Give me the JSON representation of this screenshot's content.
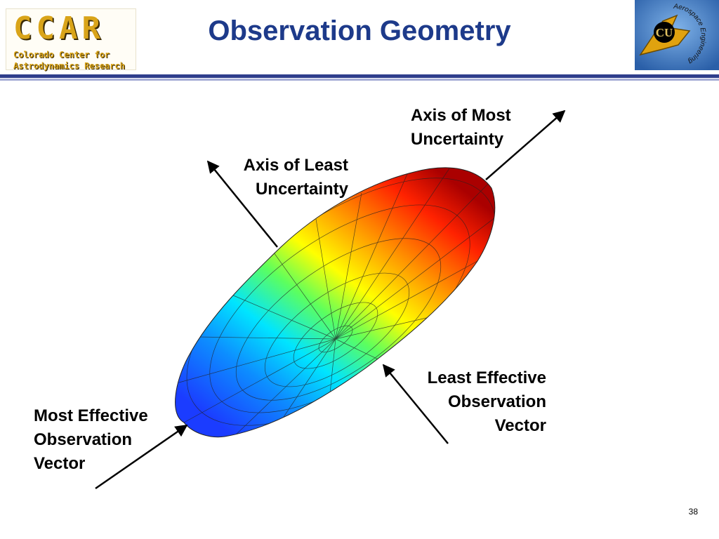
{
  "header": {
    "title": "Observation Geometry",
    "logo_left": {
      "text": "CCAR",
      "line1": "Colorado Center for",
      "line2": "Astrodynamics Research"
    },
    "logo_right": {
      "monogram": "CU",
      "ring_text": "Aerospace Engineering"
    }
  },
  "labels": {
    "most_uncertainty": [
      "Axis of Most",
      "Uncertainty"
    ],
    "least_uncertainty": [
      "Axis of Least",
      "Uncertainty"
    ],
    "least_effective": [
      "Least Effective",
      "Observation",
      "Vector"
    ],
    "most_effective": [
      "Most Effective",
      "Observation",
      "Vector"
    ]
  },
  "colors": {
    "title": "#1d3a8a",
    "rule": "#2f3e8c",
    "ellipsoid_gradient": [
      "#1b3cff",
      "#00e5ff",
      "#5dff5d",
      "#ffff00",
      "#ff9900",
      "#ff2200",
      "#aa0000"
    ]
  },
  "footer": {
    "page_number": "38"
  }
}
